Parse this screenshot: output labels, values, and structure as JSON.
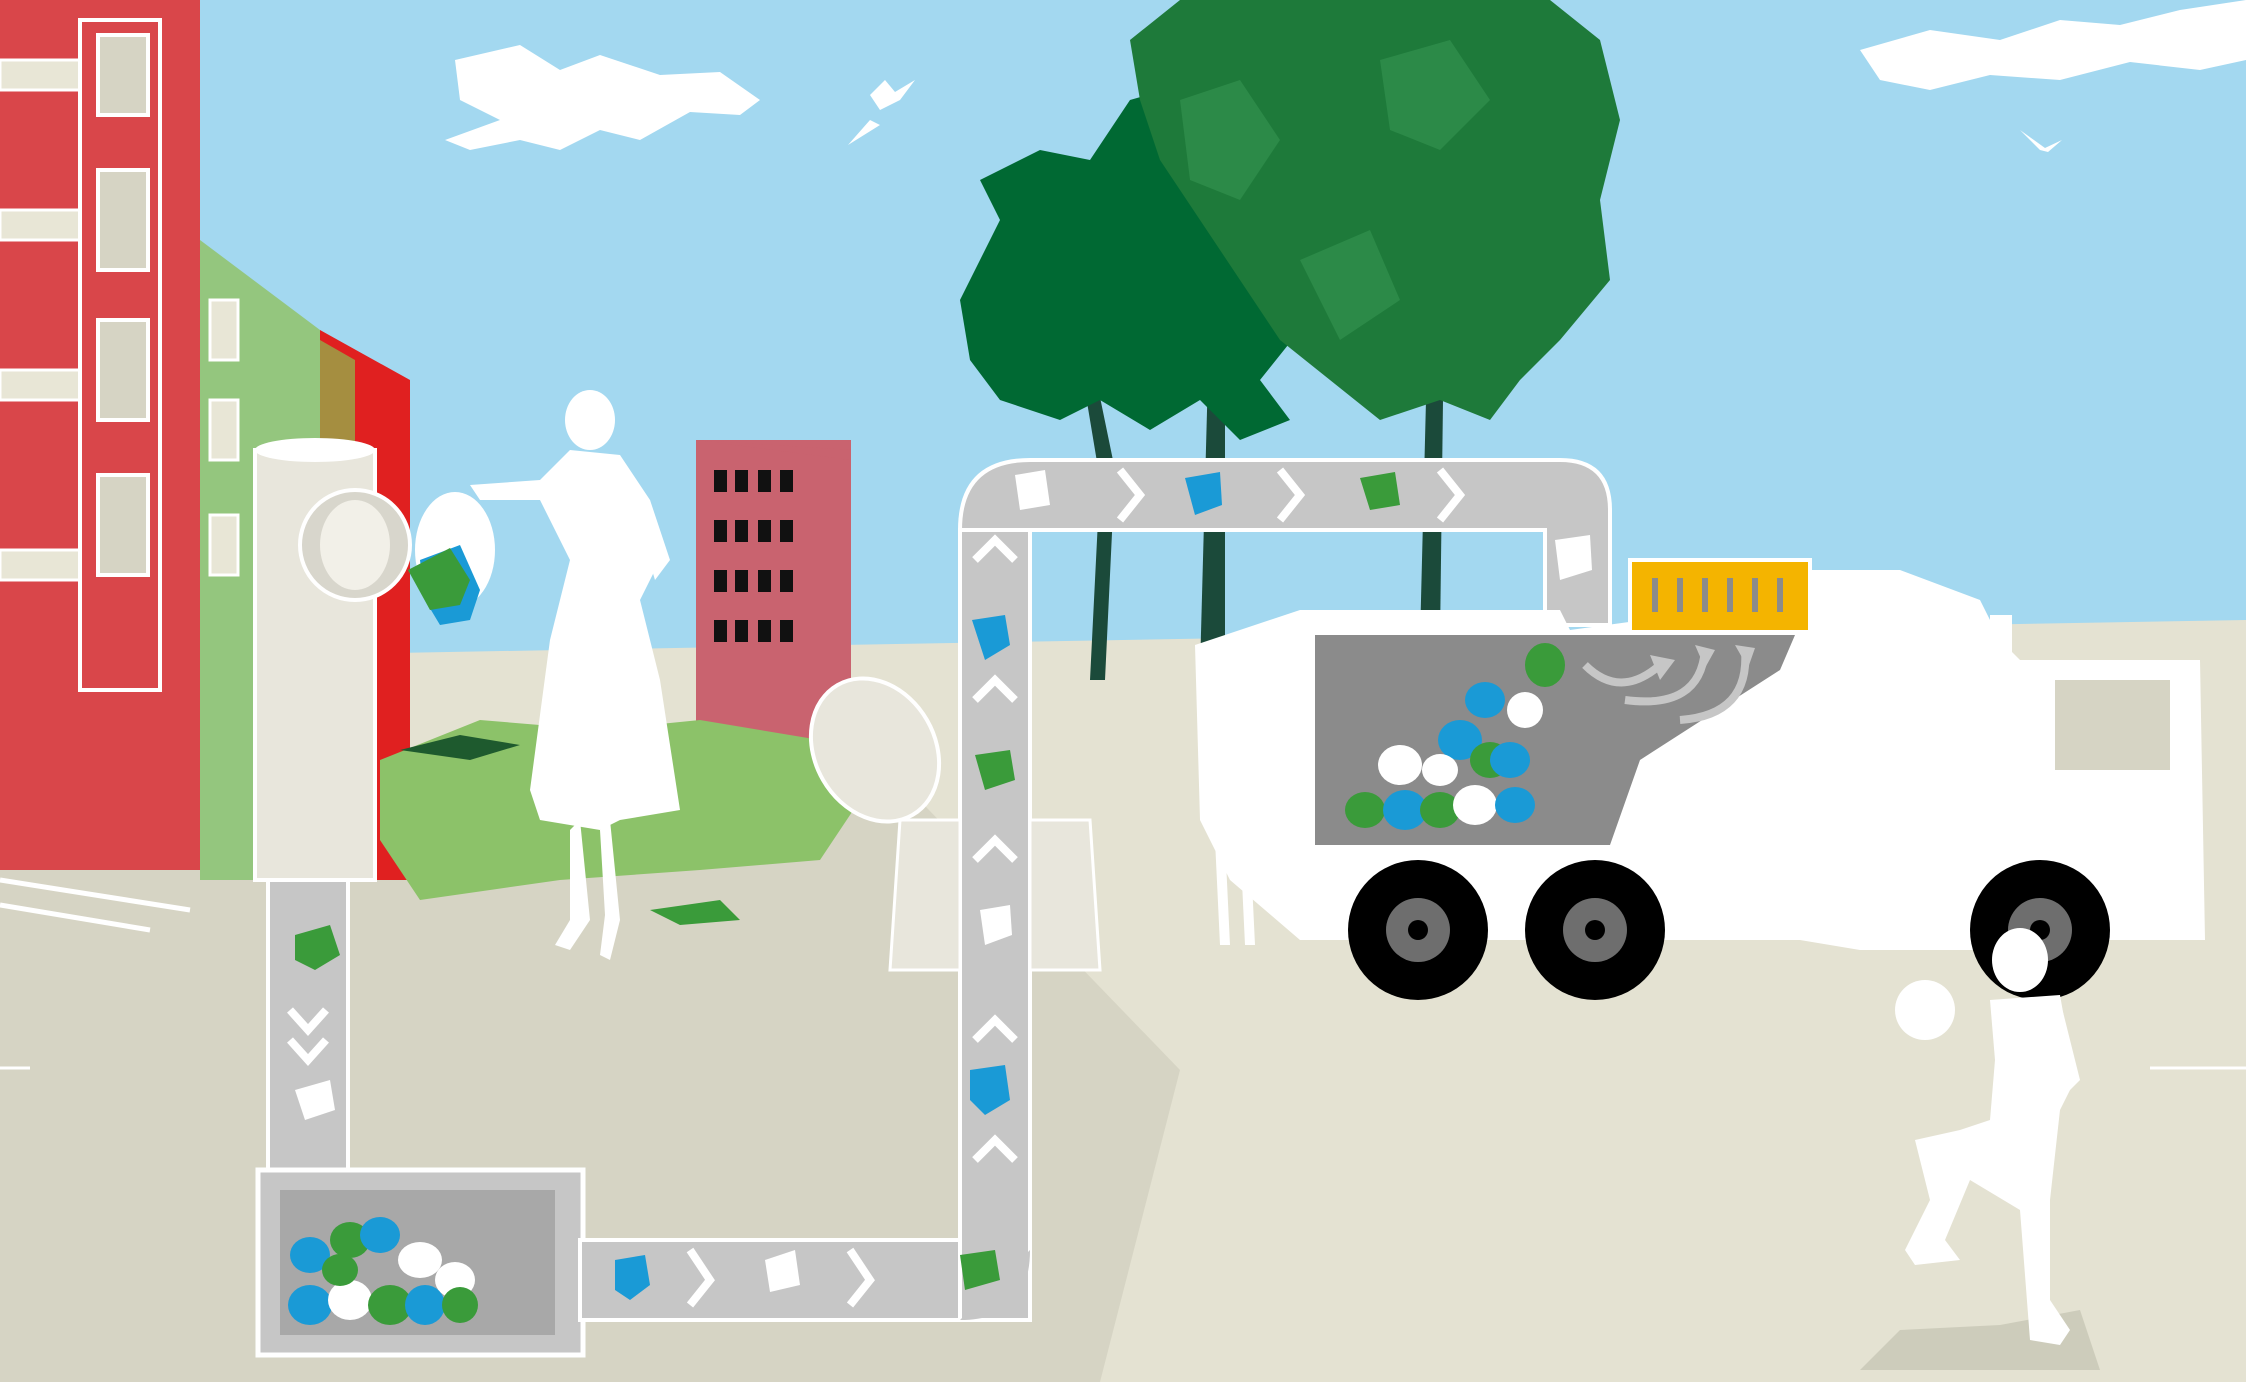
{
  "palette": {
    "sky": "#a3d8f0",
    "ground": "#e4e2d2",
    "ground_shade": "#cdccbb",
    "building_red": "#d9464a",
    "building_green": "#94c67e",
    "building_pink": "#c9636f",
    "tree_dark": "#006933",
    "tree_mid": "#1e7a3a",
    "grass": "#8cc269",
    "pipe": "#c6c6c6",
    "pipe_outline": "#ffffff",
    "bag_blue": "#1a9ad6",
    "bag_green": "#3a9b3a",
    "bag_white": "#ffffff",
    "truck_body": "#ffffff",
    "truck_hopper": "#8b8b8b",
    "filter_yellow": "#f4b400",
    "silhouette": "#ffffff"
  },
  "scene": {
    "elements": [
      "apartment-buildings",
      "trees",
      "person-depositing-bag",
      "waste-inlet-column",
      "underground-storage-chamber",
      "suction-pipe-network",
      "second-inlet-column",
      "garbage-truck",
      "child-with-ball",
      "birds",
      "clouds"
    ]
  },
  "flow": {
    "direction_icon": "chevron-arrow-icon",
    "bag_types": [
      "blue-bag",
      "green-bag",
      "white-bag"
    ]
  }
}
